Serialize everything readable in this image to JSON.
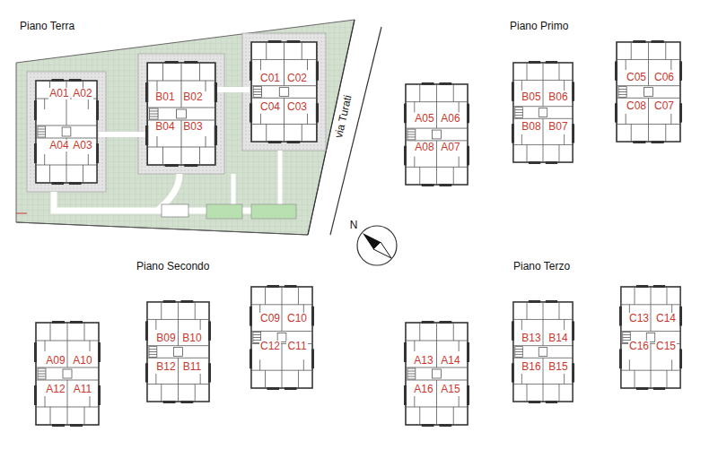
{
  "diagram": {
    "nodes": [
      {
        "text": [
          "A01",
          "A02",
          "A04",
          "A03"
        ]
      },
      {
        "text": [
          "B01",
          "B02",
          "B04",
          "B03"
        ]
      },
      {
        "text": [
          "C01",
          "C02",
          "C04",
          "C03"
        ]
      },
      {
        "text": [
          "A05",
          "A06",
          "A08",
          "A07"
        ]
      },
      {
        "text": [
          "B05",
          "B06",
          "B08",
          "B07"
        ]
      },
      {
        "text": [
          "C05",
          "C06",
          "C08",
          "C07"
        ]
      },
      {
        "text": [
          "A09",
          "A10",
          "A12",
          "A11"
        ]
      },
      {
        "text": [
          "B09",
          "B10",
          "B12",
          "B11"
        ]
      },
      {
        "text": [
          "C09",
          "C10",
          "C12",
          "C11"
        ]
      },
      {
        "text": [
          "A13",
          "A14",
          "A16",
          "A15"
        ]
      },
      {
        "text": [
          "B13",
          "B14",
          "B16",
          "B15"
        ]
      },
      {
        "text": [
          "C13",
          "C14",
          "C16",
          "C15"
        ]
      }
    ],
    "labels": [
      "Piano Terra",
      "Piano Primo",
      "Piano Secondo",
      "Piano Terzo",
      "via Turati",
      "N"
    ]
  }
}
